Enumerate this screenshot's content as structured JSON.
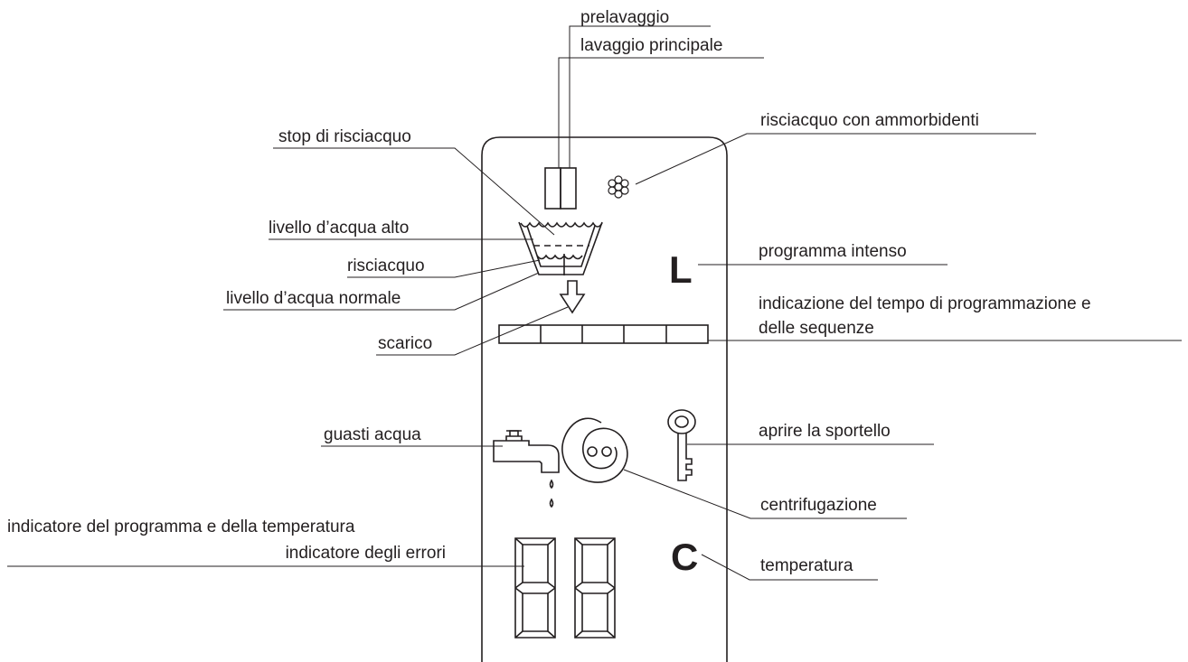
{
  "labels": {
    "prelavaggio": "prelavaggio",
    "lavaggio_principale": "lavaggio principale",
    "stop_risciacquo": "stop di risciacquo",
    "risciacquo_ammorbidenti": "risciacquo con ammorbidenti",
    "livello_alto": "livello d’acqua alto",
    "programma_intenso": "programma intenso",
    "risciacquo": "risciacquo",
    "livello_normale": "livello d’acqua normale",
    "tempo_line1": "indicazione del tempo di programmazione e",
    "tempo_line2": "delle sequenze",
    "scarico": "scarico",
    "guasti_acqua": "guasti acqua",
    "aprire_sportello": "aprire la sportello",
    "centrifugazione": "centrifugazione",
    "indicatore_programma": "indicatore del programma e della temperatura",
    "indicatore_errori": "indicatore degli errori",
    "temperatura": "temperatura"
  },
  "panel_letters": {
    "intensive": "L",
    "temperature": "C"
  },
  "icons": [
    "prewash-mainwash-icon",
    "softener-flower-icon",
    "tub-icon",
    "drain-arrow-icon",
    "tap-icon",
    "spin-spiral-icon",
    "key-icon",
    "seven-segment-display"
  ]
}
